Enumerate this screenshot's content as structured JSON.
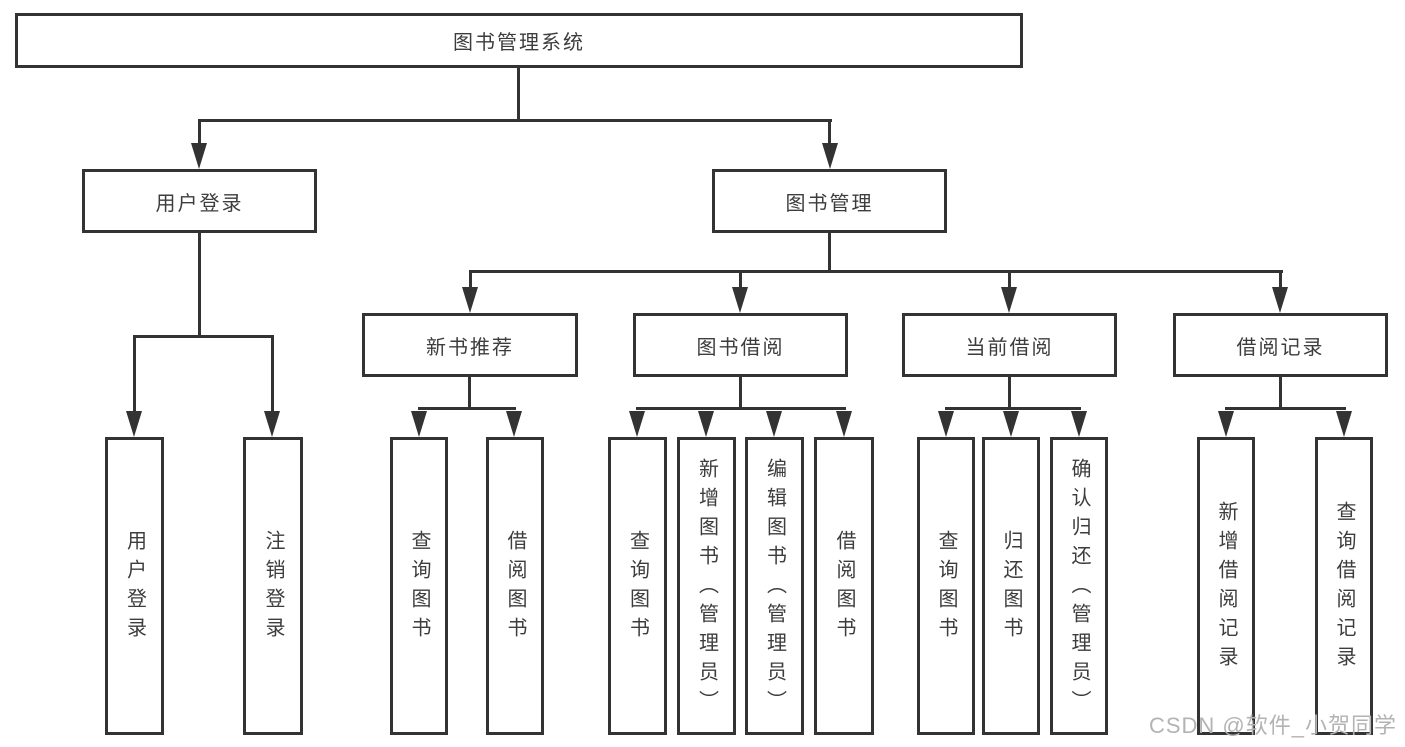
{
  "colors": {
    "line": "#333333",
    "text": "#3d3d3d",
    "background": "#ffffff",
    "watermark": "#b3b3b3"
  },
  "watermark": "CSDN @软件_小贺同学",
  "tree": {
    "label": "图书管理系统",
    "children": [
      {
        "label": "用户登录",
        "children": [
          {
            "label": "用户登录"
          },
          {
            "label": "注销登录"
          }
        ]
      },
      {
        "label": "图书管理",
        "children": [
          {
            "label": "新书推荐",
            "children": [
              {
                "label": "查询图书"
              },
              {
                "label": "借阅图书"
              }
            ]
          },
          {
            "label": "图书借阅",
            "children": [
              {
                "label": "查询图书"
              },
              {
                "label": "新增图书（管理员）"
              },
              {
                "label": "编辑图书（管理员）"
              },
              {
                "label": "借阅图书"
              }
            ]
          },
          {
            "label": "当前借阅",
            "children": [
              {
                "label": "查询图书"
              },
              {
                "label": "归还图书"
              },
              {
                "label": "确认归还（管理员）"
              }
            ]
          },
          {
            "label": "借阅记录",
            "children": [
              {
                "label": "新增借阅记录"
              },
              {
                "label": "查询借阅记录"
              }
            ]
          }
        ]
      }
    ]
  }
}
